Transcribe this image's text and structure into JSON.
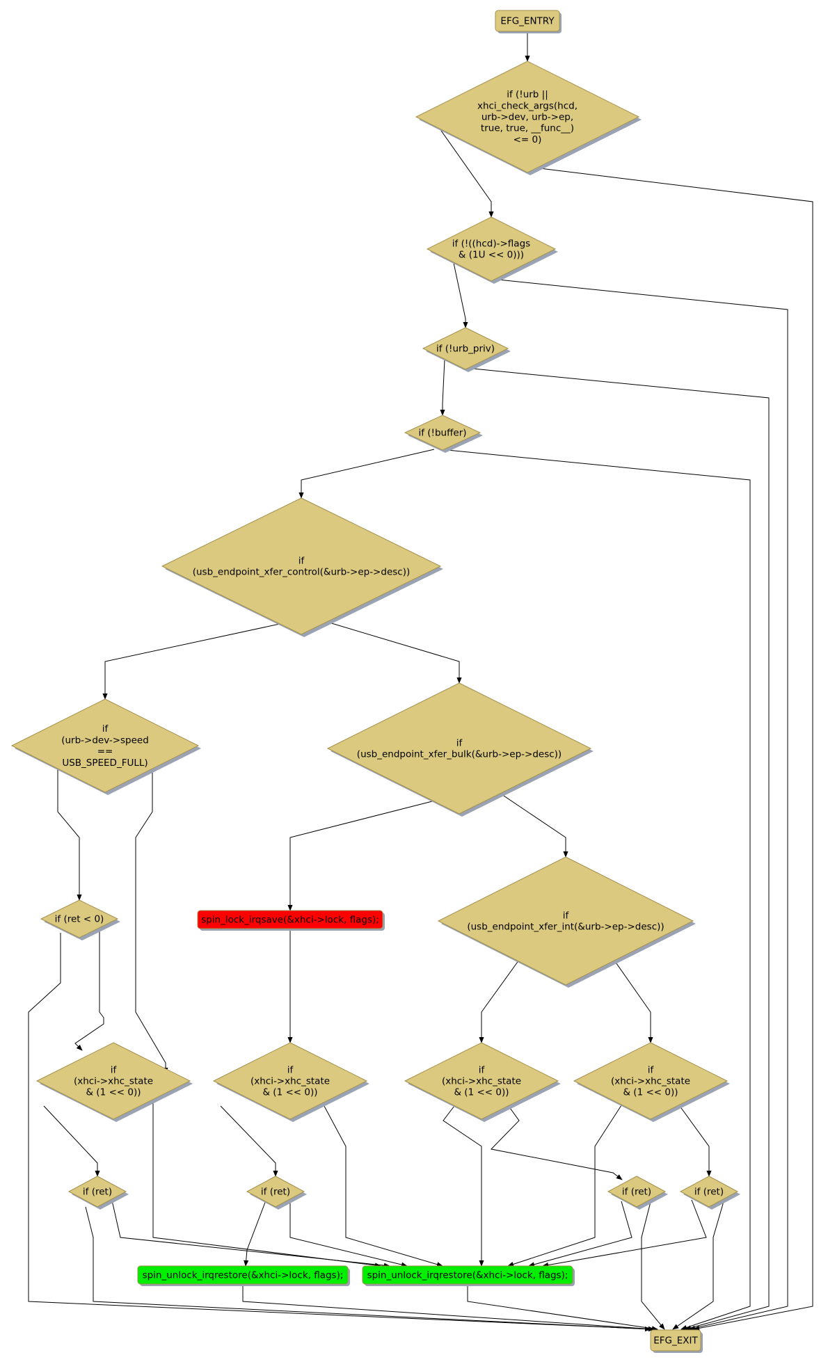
{
  "colors": {
    "decision": "#dbc97f",
    "statement": "#dbc97f",
    "lock": "#ff0000",
    "unlock": "#00ee00",
    "terminal": "#dbc97f"
  },
  "nodes": [
    {
      "id": "entry",
      "kind": "terminal",
      "lines": [
        "EFG_ENTRY"
      ]
    },
    {
      "id": "d_urb",
      "kind": "decision",
      "lines": [
        "if (!urb ||",
        "xhci_check_args(hcd,",
        "urb->dev, urb->ep,",
        "true, true, __func__)",
        "<= 0)"
      ]
    },
    {
      "id": "d_flags",
      "kind": "decision",
      "lines": [
        "if (!((hcd)->flags",
        "& (1U << 0)))"
      ]
    },
    {
      "id": "d_priv",
      "kind": "decision",
      "lines": [
        "if (!urb_priv)"
      ]
    },
    {
      "id": "d_buffer",
      "kind": "decision",
      "lines": [
        "if (!buffer)"
      ]
    },
    {
      "id": "d_ctrl",
      "kind": "decision",
      "lines": [
        "if",
        "(usb_endpoint_xfer_control(&urb->ep->desc))"
      ]
    },
    {
      "id": "d_speed",
      "kind": "decision",
      "lines": [
        "if",
        "(urb->dev->speed",
        "==",
        "USB_SPEED_FULL)"
      ]
    },
    {
      "id": "d_bulk",
      "kind": "decision",
      "lines": [
        "if",
        "(usb_endpoint_xfer_bulk(&urb->ep->desc))"
      ]
    },
    {
      "id": "d_int",
      "kind": "decision",
      "lines": [
        "if",
        "(usb_endpoint_xfer_int(&urb->ep->desc))"
      ]
    },
    {
      "id": "d_ret1",
      "kind": "decision",
      "lines": [
        "if (ret < 0)"
      ]
    },
    {
      "id": "s_lock",
      "kind": "lock",
      "lines": [
        "spin_lock_irqsave(&xhci->lock, flags);"
      ]
    },
    {
      "id": "d_st1",
      "kind": "decision",
      "lines": [
        "if",
        "(xhci->xhc_state",
        "& (1 << 0))"
      ]
    },
    {
      "id": "d_st2",
      "kind": "decision",
      "lines": [
        "if",
        "(xhci->xhc_state",
        "& (1 << 0))"
      ]
    },
    {
      "id": "d_st3",
      "kind": "decision",
      "lines": [
        "if",
        "(xhci->xhc_state",
        "& (1 << 0))"
      ]
    },
    {
      "id": "d_st4",
      "kind": "decision",
      "lines": [
        "if",
        "(xhci->xhc_state",
        "& (1 << 0))"
      ]
    },
    {
      "id": "d_r1",
      "kind": "decision",
      "lines": [
        "if (ret)"
      ]
    },
    {
      "id": "d_r2",
      "kind": "decision",
      "lines": [
        "if (ret)"
      ]
    },
    {
      "id": "d_r3",
      "kind": "decision",
      "lines": [
        "if (ret)"
      ]
    },
    {
      "id": "d_r4",
      "kind": "decision",
      "lines": [
        "if (ret)"
      ]
    },
    {
      "id": "s_unlock1",
      "kind": "unlock",
      "lines": [
        "spin_unlock_irqrestore(&xhci->lock, flags);"
      ]
    },
    {
      "id": "s_unlock2",
      "kind": "unlock",
      "lines": [
        "spin_unlock_irqrestore(&xhci->lock, flags);"
      ]
    },
    {
      "id": "exit",
      "kind": "terminal",
      "lines": [
        "EFG_EXIT"
      ]
    }
  ],
  "edges": [
    {
      "from": "entry",
      "to": "d_urb"
    },
    {
      "from": "d_urb",
      "to": "d_flags"
    },
    {
      "from": "d_urb",
      "to": "exit"
    },
    {
      "from": "d_flags",
      "to": "d_priv"
    },
    {
      "from": "d_flags",
      "to": "exit"
    },
    {
      "from": "d_priv",
      "to": "d_buffer"
    },
    {
      "from": "d_priv",
      "to": "exit"
    },
    {
      "from": "d_buffer",
      "to": "d_ctrl"
    },
    {
      "from": "d_buffer",
      "to": "exit"
    },
    {
      "from": "d_ctrl",
      "to": "d_speed"
    },
    {
      "from": "d_ctrl",
      "to": "d_bulk"
    },
    {
      "from": "d_speed",
      "to": "d_ret1"
    },
    {
      "from": "d_speed",
      "to": "d_st1"
    },
    {
      "from": "d_bulk",
      "to": "s_lock"
    },
    {
      "from": "d_bulk",
      "to": "d_int"
    },
    {
      "from": "d_ret1",
      "to": "exit"
    },
    {
      "from": "d_ret1",
      "to": "d_st1"
    },
    {
      "from": "s_lock",
      "to": "d_st2"
    },
    {
      "from": "d_int",
      "to": "d_st3"
    },
    {
      "from": "d_int",
      "to": "d_st4"
    },
    {
      "from": "d_st1",
      "to": "d_r1"
    },
    {
      "from": "d_st1",
      "to": "s_unlock2"
    },
    {
      "from": "d_st2",
      "to": "d_r2"
    },
    {
      "from": "d_st2",
      "to": "s_unlock2"
    },
    {
      "from": "d_st3",
      "to": "s_unlock2"
    },
    {
      "from": "d_st3",
      "to": "d_r3"
    },
    {
      "from": "d_st4",
      "to": "s_unlock2"
    },
    {
      "from": "d_st4",
      "to": "d_r4"
    },
    {
      "from": "d_r1",
      "to": "exit"
    },
    {
      "from": "d_r1",
      "to": "s_unlock2"
    },
    {
      "from": "d_r2",
      "to": "s_unlock1"
    },
    {
      "from": "d_r2",
      "to": "s_unlock2"
    },
    {
      "from": "d_r3",
      "to": "s_unlock2"
    },
    {
      "from": "d_r3",
      "to": "exit"
    },
    {
      "from": "d_r4",
      "to": "s_unlock2"
    },
    {
      "from": "d_r4",
      "to": "exit"
    },
    {
      "from": "s_unlock1",
      "to": "exit"
    },
    {
      "from": "s_unlock2",
      "to": "exit"
    }
  ]
}
